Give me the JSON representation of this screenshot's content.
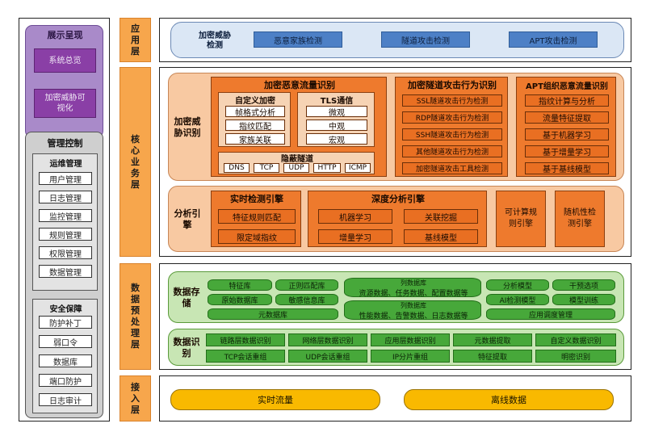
{
  "left": {
    "display": {
      "title": "展示呈现",
      "items": [
        "系统总览",
        "加密威胁可视化"
      ]
    },
    "management": {
      "title": "管理控制",
      "ops": {
        "title": "运维管理",
        "items": [
          "用户管理",
          "日志管理",
          "监控管理",
          "规则管理",
          "权限管理",
          "数据管理"
        ]
      },
      "security": {
        "title": "安全保障",
        "items": [
          "防护补丁",
          "弱口令",
          "数据库",
          "端口防护",
          "日志审计"
        ]
      }
    }
  },
  "app_layer": {
    "label": "应用层",
    "panel_title": "加密威胁检测",
    "items": [
      "恶意家族检测",
      "隧道攻击检测",
      "APT攻击检测"
    ]
  },
  "core_layer": {
    "label": "核心业务层",
    "identify": {
      "label": "加密威胁识别",
      "malicious": {
        "title": "加密恶意流量识别",
        "custom": {
          "title": "自定义加密",
          "items": [
            "帧格式分析",
            "指纹匹配",
            "家族关联"
          ]
        },
        "tls": {
          "title": "TLS通信",
          "items": [
            "微观",
            "中观",
            "宏观"
          ]
        },
        "hidden": {
          "title": "隐蔽隧道",
          "items": [
            "DNS",
            "TCP",
            "UDP",
            "HTTP",
            "ICMP"
          ]
        }
      },
      "tunnel": {
        "title": "加密隧道攻击行为识别",
        "items": [
          "SSL隧道攻击行为检测",
          "RDP隧道攻击行为检测",
          "SSH隧道攻击行为检测",
          "其他隧道攻击行为检测",
          "加密隧道攻击工具检测"
        ]
      },
      "apt": {
        "title": "APT组织恶意流量识别",
        "items": [
          "指纹计算与分析",
          "流量特征提取",
          "基于机器学习",
          "基于增量学习",
          "基于基线模型"
        ]
      }
    },
    "engine": {
      "label": "分析引擎",
      "realtime": {
        "title": "实时检测引擎",
        "items": [
          "特征规则匹配",
          "限定域指纹"
        ]
      },
      "deep": {
        "title": "深度分析引擎",
        "items": [
          "机器学习",
          "关联挖掘",
          "增量学习",
          "基线模型"
        ]
      },
      "computable": "可计算规则引擎",
      "random": "随机性检测引擎"
    }
  },
  "data_layer": {
    "label": "数据预处理层",
    "storage": {
      "label": "数据存储",
      "left_cyl": [
        "特征库",
        "正则匹配库",
        "原始数据库",
        "敏感信息库",
        "元数据库"
      ],
      "col_db_1": {
        "title": "列数据库",
        "desc": "资源数据、任务数据、配置数据等"
      },
      "col_db_2": {
        "title": "列数据库",
        "desc": "性能数据、告警数据、日志数据等"
      },
      "right_cyl": [
        "分析模型",
        "干预选项",
        "AI检测模型",
        "模型训练",
        "应用调度管理"
      ]
    },
    "recognition": {
      "label": "数据识别",
      "items": [
        "链路层数据识别",
        "网络层数据识别",
        "应用层数据识别",
        "元数据提取",
        "自定义数据识别",
        "TCP会话重组",
        "UDP会话重组",
        "IP分片重组",
        "特征提取",
        "明密识别"
      ]
    }
  },
  "access_layer": {
    "label": "接入层",
    "items": [
      "实时流量",
      "离线数据"
    ]
  }
}
